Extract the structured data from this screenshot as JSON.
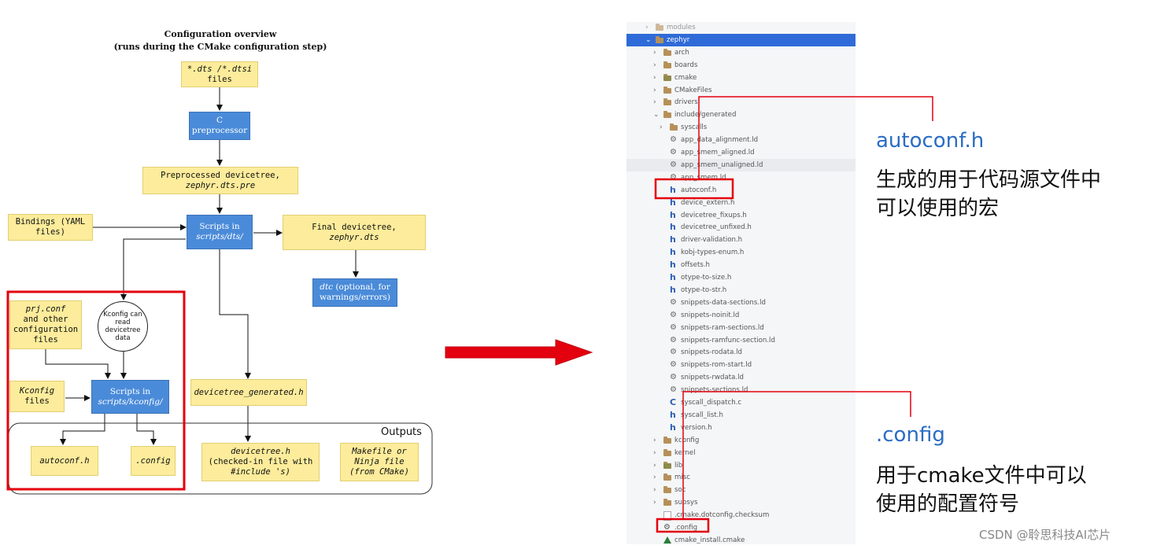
{
  "diagram": {
    "title_line1": "Configuration overview",
    "title_line2": "(runs during the CMake configuration step)",
    "nodes": {
      "dts_files": {
        "line1": "*.dts /*.dtsi",
        "line2": "files"
      },
      "c_preprocessor": "C preprocessor",
      "preprocessed": {
        "line1": "Preprocessed devicetree,",
        "line2": "zephyr.dts.pre"
      },
      "bindings": {
        "line1": "Bindings (YAML",
        "line2": "files)"
      },
      "scripts_dts": {
        "line1": "Scripts in",
        "line2": "scripts/dts/"
      },
      "final_dt": {
        "line1": "Final devicetree,",
        "line2": "zephyr.dts"
      },
      "dtc": {
        "line1": "dtc",
        "line1_rest": " (optional, for",
        "line2": "warnings/errors)"
      },
      "prj_conf": {
        "line1": "prj.conf",
        "line2": "and other",
        "line3": "configuration",
        "line4": "files"
      },
      "kconfig_read": {
        "line1": "Kconfig can",
        "line2": "read devicetree",
        "line3": "data"
      },
      "kconfig_files": {
        "line1": "Kconfig",
        "line2": "files"
      },
      "scripts_kconfig": {
        "line1": "Scripts in",
        "line2": "scripts/kconfig/"
      },
      "devicetree_generated": "devicetree_generated.h",
      "autoconf": "autoconf.h",
      "dot_config": ".config",
      "devicetree_h": {
        "line1": "devicetree.h",
        "line2": "(checked-in file with",
        "line3": "#include 's)"
      },
      "makefile": {
        "line1": "Makefile or",
        "line2": "Ninja file",
        "line3": "(from CMake)"
      }
    },
    "outputs_label": "Outputs",
    "colors": {
      "yellow": "#fcec9b",
      "blue": "#4a8bd9",
      "highlight": "#e3000f",
      "arrow": "#e3000f"
    }
  },
  "tree": {
    "rows": [
      {
        "label": "modules",
        "type": "folder-partial",
        "indent": 1
      },
      {
        "label": "zephyr",
        "type": "folder",
        "indent": 1,
        "expanded": true,
        "selected": true
      },
      {
        "label": "arch",
        "type": "folder",
        "indent": 2
      },
      {
        "label": "boards",
        "type": "folder",
        "indent": 2
      },
      {
        "label": "cmake",
        "type": "folder-special",
        "indent": 2
      },
      {
        "label": "CMakeFiles",
        "type": "folder",
        "indent": 2
      },
      {
        "label": "drivers",
        "type": "folder",
        "indent": 2
      },
      {
        "label": "include/generated",
        "type": "folder",
        "indent": 2,
        "expanded": true
      },
      {
        "label": "syscalls",
        "type": "folder",
        "indent": 3
      },
      {
        "label": "app_data_alignment.ld",
        "type": "ld",
        "indent": 3
      },
      {
        "label": "app_smem_aligned.ld",
        "type": "ld",
        "indent": 3
      },
      {
        "label": "app_smem_unaligned.ld",
        "type": "ld",
        "indent": 3,
        "hover": true
      },
      {
        "label": "app_smem.ld",
        "type": "ld",
        "indent": 3
      },
      {
        "label": "autoconf.h",
        "type": "h",
        "indent": 3
      },
      {
        "label": "device_extern.h",
        "type": "h",
        "indent": 3
      },
      {
        "label": "devicetree_fixups.h",
        "type": "h",
        "indent": 3
      },
      {
        "label": "devicetree_unfixed.h",
        "type": "h",
        "indent": 3
      },
      {
        "label": "driver-validation.h",
        "type": "h",
        "indent": 3
      },
      {
        "label": "kobj-types-enum.h",
        "type": "h",
        "indent": 3
      },
      {
        "label": "offsets.h",
        "type": "h",
        "indent": 3
      },
      {
        "label": "otype-to-size.h",
        "type": "h",
        "indent": 3
      },
      {
        "label": "otype-to-str.h",
        "type": "h",
        "indent": 3
      },
      {
        "label": "snippets-data-sections.ld",
        "type": "ld",
        "indent": 3
      },
      {
        "label": "snippets-noinit.ld",
        "type": "ld",
        "indent": 3
      },
      {
        "label": "snippets-ram-sections.ld",
        "type": "ld",
        "indent": 3
      },
      {
        "label": "snippets-ramfunc-section.ld",
        "type": "ld",
        "indent": 3
      },
      {
        "label": "snippets-rodata.ld",
        "type": "ld",
        "indent": 3
      },
      {
        "label": "snippets-rom-start.ld",
        "type": "ld",
        "indent": 3
      },
      {
        "label": "snippets-rwdata.ld",
        "type": "ld",
        "indent": 3
      },
      {
        "label": "snippets-sections.ld",
        "type": "ld",
        "indent": 3
      },
      {
        "label": "syscall_dispatch.c",
        "type": "c",
        "indent": 3
      },
      {
        "label": "syscall_list.h",
        "type": "h",
        "indent": 3
      },
      {
        "label": "version.h",
        "type": "h",
        "indent": 3
      },
      {
        "label": "kconfig",
        "type": "folder",
        "indent": 2
      },
      {
        "label": "kernel",
        "type": "folder",
        "indent": 2
      },
      {
        "label": "lib",
        "type": "folder-special",
        "indent": 2
      },
      {
        "label": "misc",
        "type": "folder",
        "indent": 2
      },
      {
        "label": "soc",
        "type": "folder",
        "indent": 2
      },
      {
        "label": "subsys",
        "type": "folder",
        "indent": 2
      },
      {
        "label": ".cmake.dotconfig.checksum",
        "type": "plain",
        "indent": 2
      },
      {
        "label": ".config",
        "type": "gear",
        "indent": 2
      },
      {
        "label": "cmake_install.cmake",
        "type": "cmake",
        "indent": 2
      }
    ]
  },
  "annotations": {
    "autoconf_title": "autoconf.h",
    "autoconf_desc_line1": "生成的用于代码源文件中",
    "autoconf_desc_line2": "可以使用的宏",
    "config_title": ".config",
    "config_desc_line1": "用于cmake文件中可以",
    "config_desc_line2": "使用的配置符号",
    "highlight_color": "#e3000f"
  },
  "watermark": "CSDN @聆思科技AI芯片"
}
